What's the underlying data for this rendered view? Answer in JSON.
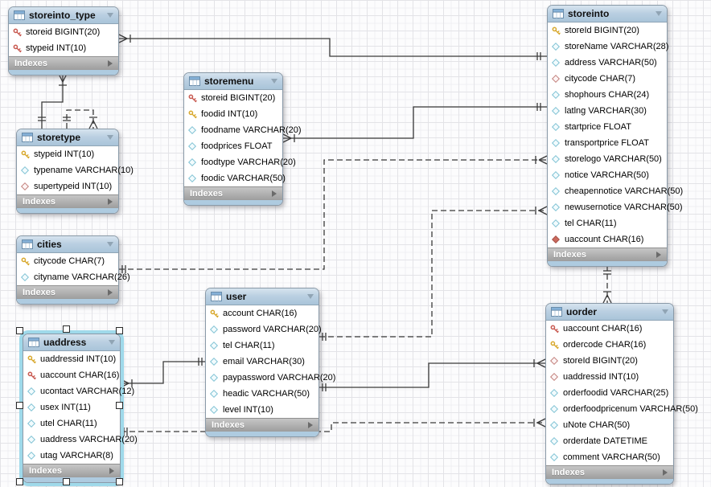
{
  "diagram": {
    "tool": "EER Diagram canvas",
    "footer_label": "Indexes",
    "colors": {
      "header_blue": "#a9c4d9",
      "footer_gray": "#9d9d9d",
      "bottom_strip_blue": "#aecbe0",
      "selection_cyan": "#9fd9ea",
      "line": "#3a3a3a",
      "key_yellow": "#d8a92f",
      "key_red": "#c95b52",
      "diamond_cyan": "#7fc2d4",
      "diamond_red": "#c2807c",
      "diamond_red_fill": "#cb6a5e"
    },
    "tables": [
      {
        "name": "storeinto_type",
        "footer": "Indexes",
        "selected": false,
        "columns": [
          {
            "icon": "key-red",
            "text": "storeid BIGINT(20)"
          },
          {
            "icon": "key-red",
            "text": "stypeid INT(10)"
          }
        ]
      },
      {
        "name": "storetype",
        "footer": "Indexes",
        "selected": false,
        "columns": [
          {
            "icon": "key-yellow",
            "text": "stypeid INT(10)"
          },
          {
            "icon": "diamond-cyan",
            "text": "typename VARCHAR(10)"
          },
          {
            "icon": "diamond-red",
            "text": "supertypeid INT(10)"
          }
        ]
      },
      {
        "name": "cities",
        "footer": "Indexes",
        "selected": false,
        "columns": [
          {
            "icon": "key-yellow",
            "text": "citycode CHAR(7)"
          },
          {
            "icon": "diamond-cyan",
            "text": "cityname VARCHAR(26)"
          }
        ]
      },
      {
        "name": "storemenu",
        "footer": "Indexes",
        "selected": false,
        "columns": [
          {
            "icon": "key-red",
            "text": "storeid BIGINT(20)"
          },
          {
            "icon": "key-yellow",
            "text": "foodid INT(10)"
          },
          {
            "icon": "diamond-cyan",
            "text": "foodname VARCHAR(20)"
          },
          {
            "icon": "diamond-cyan",
            "text": "foodprices FLOAT"
          },
          {
            "icon": "diamond-cyan",
            "text": "foodtype VARCHAR(20)"
          },
          {
            "icon": "diamond-cyan",
            "text": "foodic VARCHAR(50)"
          }
        ]
      },
      {
        "name": "storeinto",
        "footer": "Indexes",
        "selected": false,
        "columns": [
          {
            "icon": "key-yellow",
            "text": "storeId BIGINT(20)"
          },
          {
            "icon": "diamond-cyan",
            "text": "storeName VARCHAR(28)"
          },
          {
            "icon": "diamond-cyan",
            "text": "address VARCHAR(50)"
          },
          {
            "icon": "diamond-red",
            "text": "citycode CHAR(7)"
          },
          {
            "icon": "diamond-cyan",
            "text": "shophours CHAR(24)"
          },
          {
            "icon": "diamond-cyan",
            "text": "latlng VARCHAR(30)"
          },
          {
            "icon": "diamond-cyan",
            "text": "startprice FLOAT"
          },
          {
            "icon": "diamond-cyan",
            "text": "transportprice FLOAT"
          },
          {
            "icon": "diamond-cyan",
            "text": "storelogo VARCHAR(50)"
          },
          {
            "icon": "diamond-cyan",
            "text": "notice VARCHAR(50)"
          },
          {
            "icon": "diamond-cyan",
            "text": "cheapennotice VARCHAR(50)"
          },
          {
            "icon": "diamond-cyan",
            "text": "newusernotice VARCHAR(50)"
          },
          {
            "icon": "diamond-cyan",
            "text": "tel CHAR(11)"
          },
          {
            "icon": "diamond-red-filled",
            "text": "uaccount CHAR(16)"
          }
        ]
      },
      {
        "name": "user",
        "footer": "Indexes",
        "selected": false,
        "columns": [
          {
            "icon": "key-yellow",
            "text": "account CHAR(16)"
          },
          {
            "icon": "diamond-cyan",
            "text": "password VARCHAR(20)"
          },
          {
            "icon": "diamond-cyan",
            "text": "tel CHAR(11)"
          },
          {
            "icon": "diamond-cyan",
            "text": "email VARCHAR(30)"
          },
          {
            "icon": "diamond-cyan",
            "text": "paypassword VARCHAR(20)"
          },
          {
            "icon": "diamond-cyan",
            "text": "headic VARCHAR(50)"
          },
          {
            "icon": "diamond-cyan",
            "text": "level INT(10)"
          }
        ]
      },
      {
        "name": "uaddress",
        "footer": "Indexes",
        "selected": true,
        "columns": [
          {
            "icon": "key-yellow",
            "text": "uaddressid INT(10)"
          },
          {
            "icon": "key-red",
            "text": "uaccount CHAR(16)"
          },
          {
            "icon": "diamond-cyan",
            "text": "ucontact VARCHAR(12)"
          },
          {
            "icon": "diamond-cyan",
            "text": "usex INT(11)"
          },
          {
            "icon": "diamond-cyan",
            "text": "utel CHAR(11)"
          },
          {
            "icon": "diamond-cyan",
            "text": "uaddress VARCHAR(20)"
          },
          {
            "icon": "diamond-cyan",
            "text": "utag VARCHAR(8)"
          }
        ]
      },
      {
        "name": "uorder",
        "footer": "Indexes",
        "selected": false,
        "columns": [
          {
            "icon": "key-red",
            "text": "uaccount CHAR(16)"
          },
          {
            "icon": "key-yellow",
            "text": "ordercode CHAR(16)"
          },
          {
            "icon": "diamond-red",
            "text": "storeId BIGINT(20)"
          },
          {
            "icon": "diamond-red",
            "text": "uaddressid INT(10)"
          },
          {
            "icon": "diamond-cyan",
            "text": "orderfoodid VARCHAR(25)"
          },
          {
            "icon": "diamond-cyan",
            "text": "orderfoodpricenum VARCHAR(50)"
          },
          {
            "icon": "diamond-cyan",
            "text": "uNote CHAR(50)"
          },
          {
            "icon": "diamond-cyan",
            "text": "orderdate DATETIME"
          },
          {
            "icon": "diamond-cyan",
            "text": "comment VARCHAR(50)"
          }
        ]
      }
    ],
    "relationships": [
      {
        "id": "storetype-storeinto_type",
        "one": "storetype",
        "many": "storeinto_type",
        "type": "identifying",
        "line": "solid"
      },
      {
        "id": "storeinto-storeinto_type",
        "one": "storeinto",
        "many": "storeinto_type",
        "type": "identifying",
        "line": "solid"
      },
      {
        "id": "storetype-self",
        "one": "storetype",
        "many": "storetype",
        "type": "non-identifying",
        "line": "dashed"
      },
      {
        "id": "storeinto-storemenu",
        "one": "storeinto",
        "many": "storemenu",
        "type": "identifying",
        "line": "solid"
      },
      {
        "id": "cities-storeinto",
        "one": "cities",
        "many": "storeinto",
        "type": "non-identifying",
        "line": "dashed"
      },
      {
        "id": "user-storeinto",
        "one": "user",
        "many": "storeinto",
        "type": "non-identifying",
        "line": "dashed"
      },
      {
        "id": "user-uaddress",
        "one": "user",
        "many": "uaddress",
        "type": "identifying",
        "line": "solid"
      },
      {
        "id": "user-uorder",
        "one": "user",
        "many": "uorder",
        "type": "identifying",
        "line": "solid"
      },
      {
        "id": "uaddress-uorder",
        "one": "uaddress",
        "many": "uorder",
        "type": "non-identifying",
        "line": "dashed"
      },
      {
        "id": "storeinto-uorder",
        "one": "storeinto",
        "many": "uorder",
        "type": "non-identifying",
        "line": "dashed"
      }
    ]
  }
}
